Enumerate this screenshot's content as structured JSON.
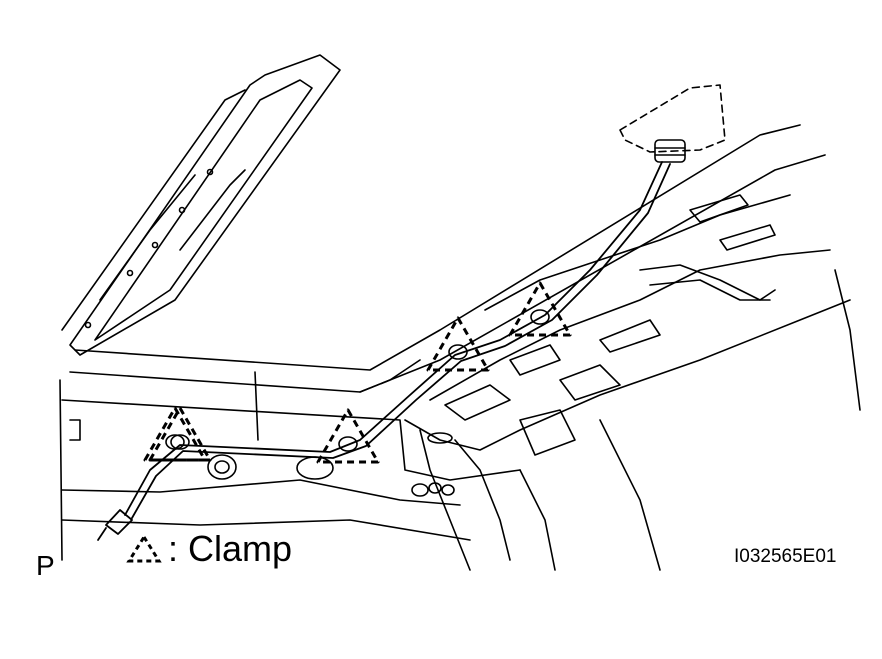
{
  "diagram": {
    "legend": {
      "symbol": "dashed-triangle-clamp-icon",
      "separator": ":",
      "text": "Clamp"
    },
    "view_code": "P",
    "figure_id": "I032565E01",
    "clamp_count": 5
  }
}
